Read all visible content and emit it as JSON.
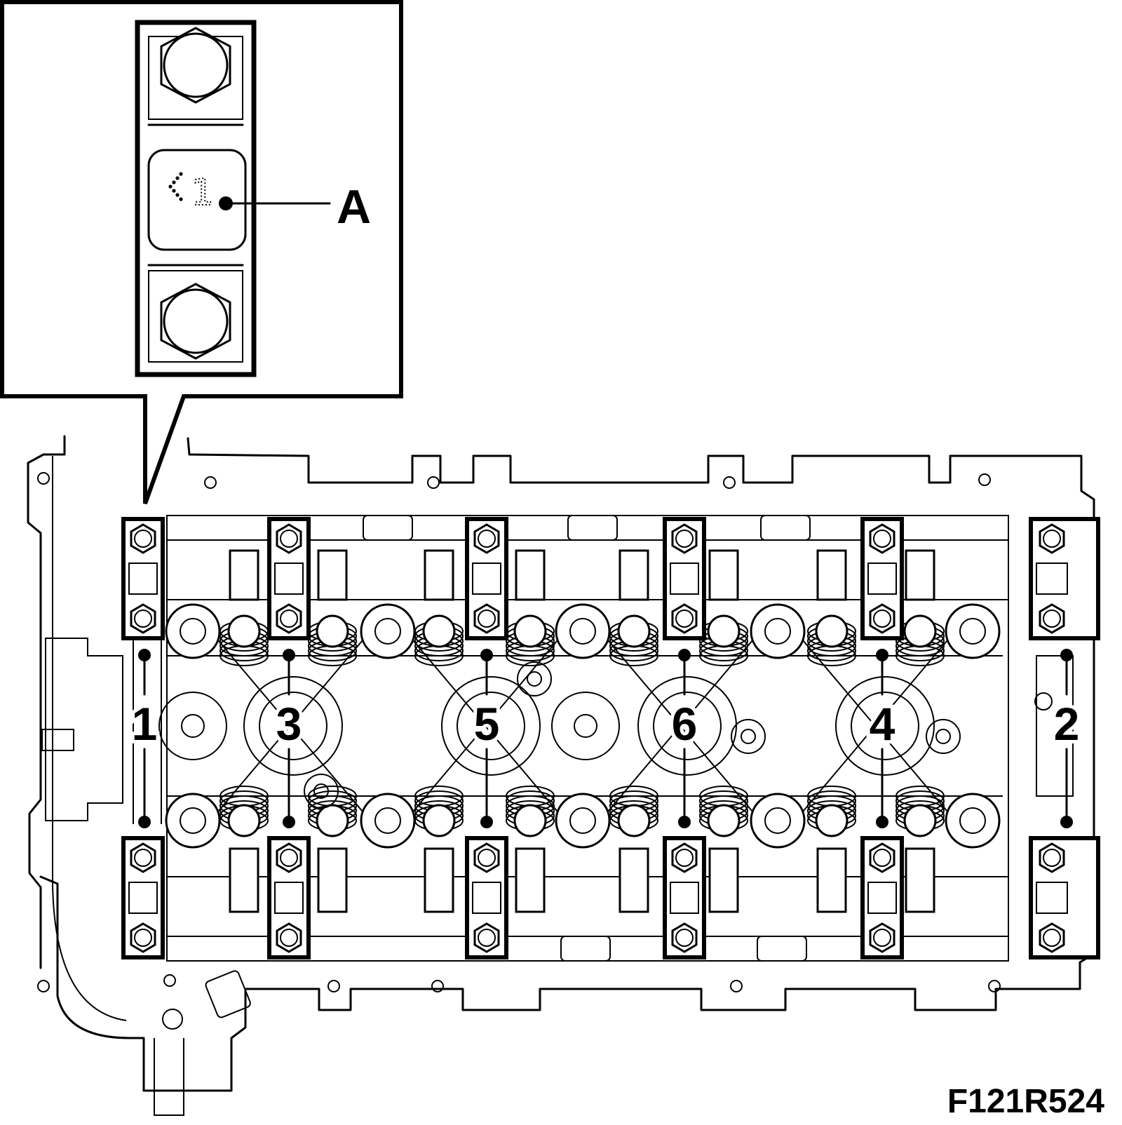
{
  "figure": {
    "code": "F121R524",
    "callout_label": "A",
    "cap_marking": "1",
    "cap_numbers": [
      "1",
      "3",
      "5",
      "6",
      "4",
      "2"
    ]
  },
  "colors": {
    "ink": "#000000",
    "paper": "#ffffff"
  }
}
